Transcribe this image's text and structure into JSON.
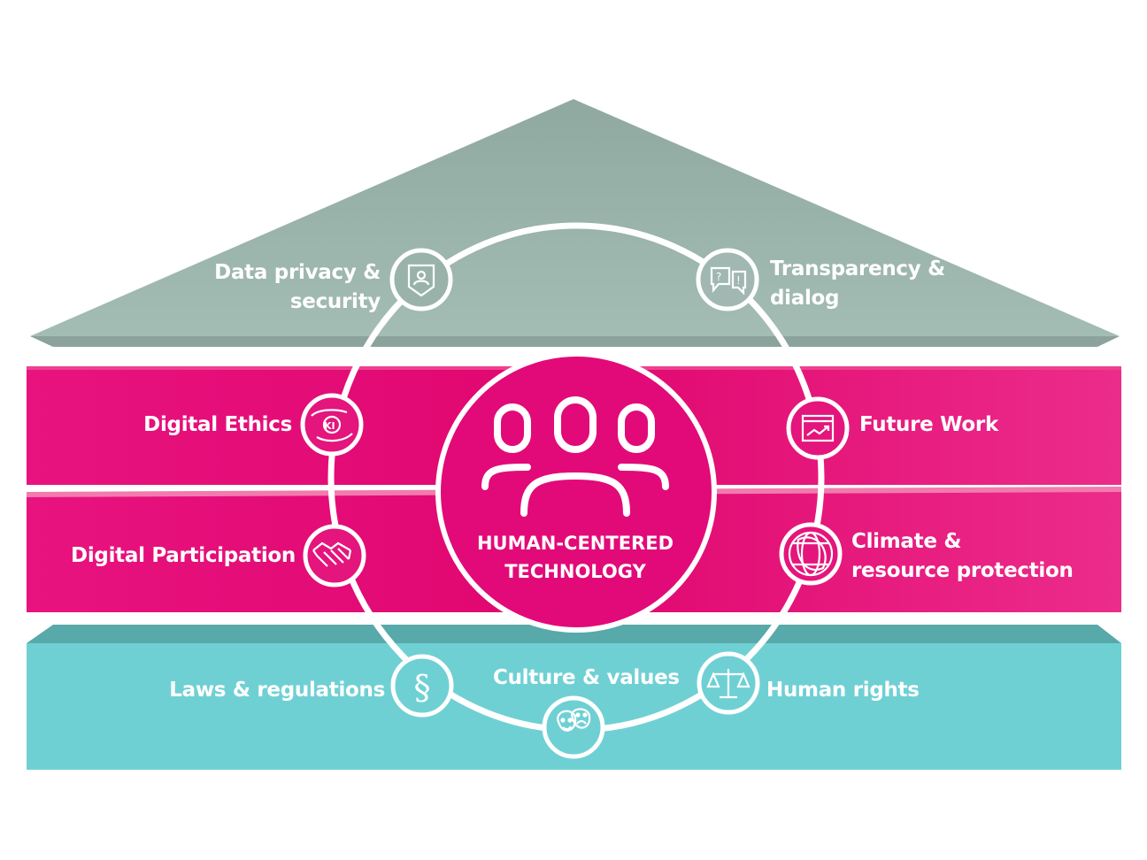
{
  "colors": {
    "roof": "#97b2aa",
    "band": "#e20a78",
    "base": "#6fd0d4",
    "ring": "#ffffff"
  },
  "center": {
    "line1": "HUMAN-CENTERED",
    "line2": "TECHNOLOGY",
    "icon": "people-group-icon"
  },
  "nodes": {
    "data_privacy": {
      "line1": "Data privacy &",
      "line2": "security",
      "icon": "id-badge-icon"
    },
    "transparency": {
      "line1": "Transparency &",
      "line2": "dialog",
      "icon": "speech-bubbles-icon"
    },
    "digital_ethics": {
      "label": "Digital Ethics",
      "icon": "hands-ki-icon"
    },
    "future_work": {
      "label": "Future Work",
      "icon": "browser-trend-icon"
    },
    "digital_participation": {
      "label": "Digital Participation",
      "icon": "handshake-icon"
    },
    "climate": {
      "line1": "Climate &",
      "line2": "resource protection",
      "icon": "globe-leaf-icon"
    },
    "laws": {
      "label": "Laws & regulations",
      "icon": "paragraph-icon"
    },
    "culture": {
      "label": "Culture & values",
      "icon": "theater-masks-icon"
    },
    "human_rights": {
      "label": "Human rights",
      "icon": "scales-icon"
    }
  }
}
